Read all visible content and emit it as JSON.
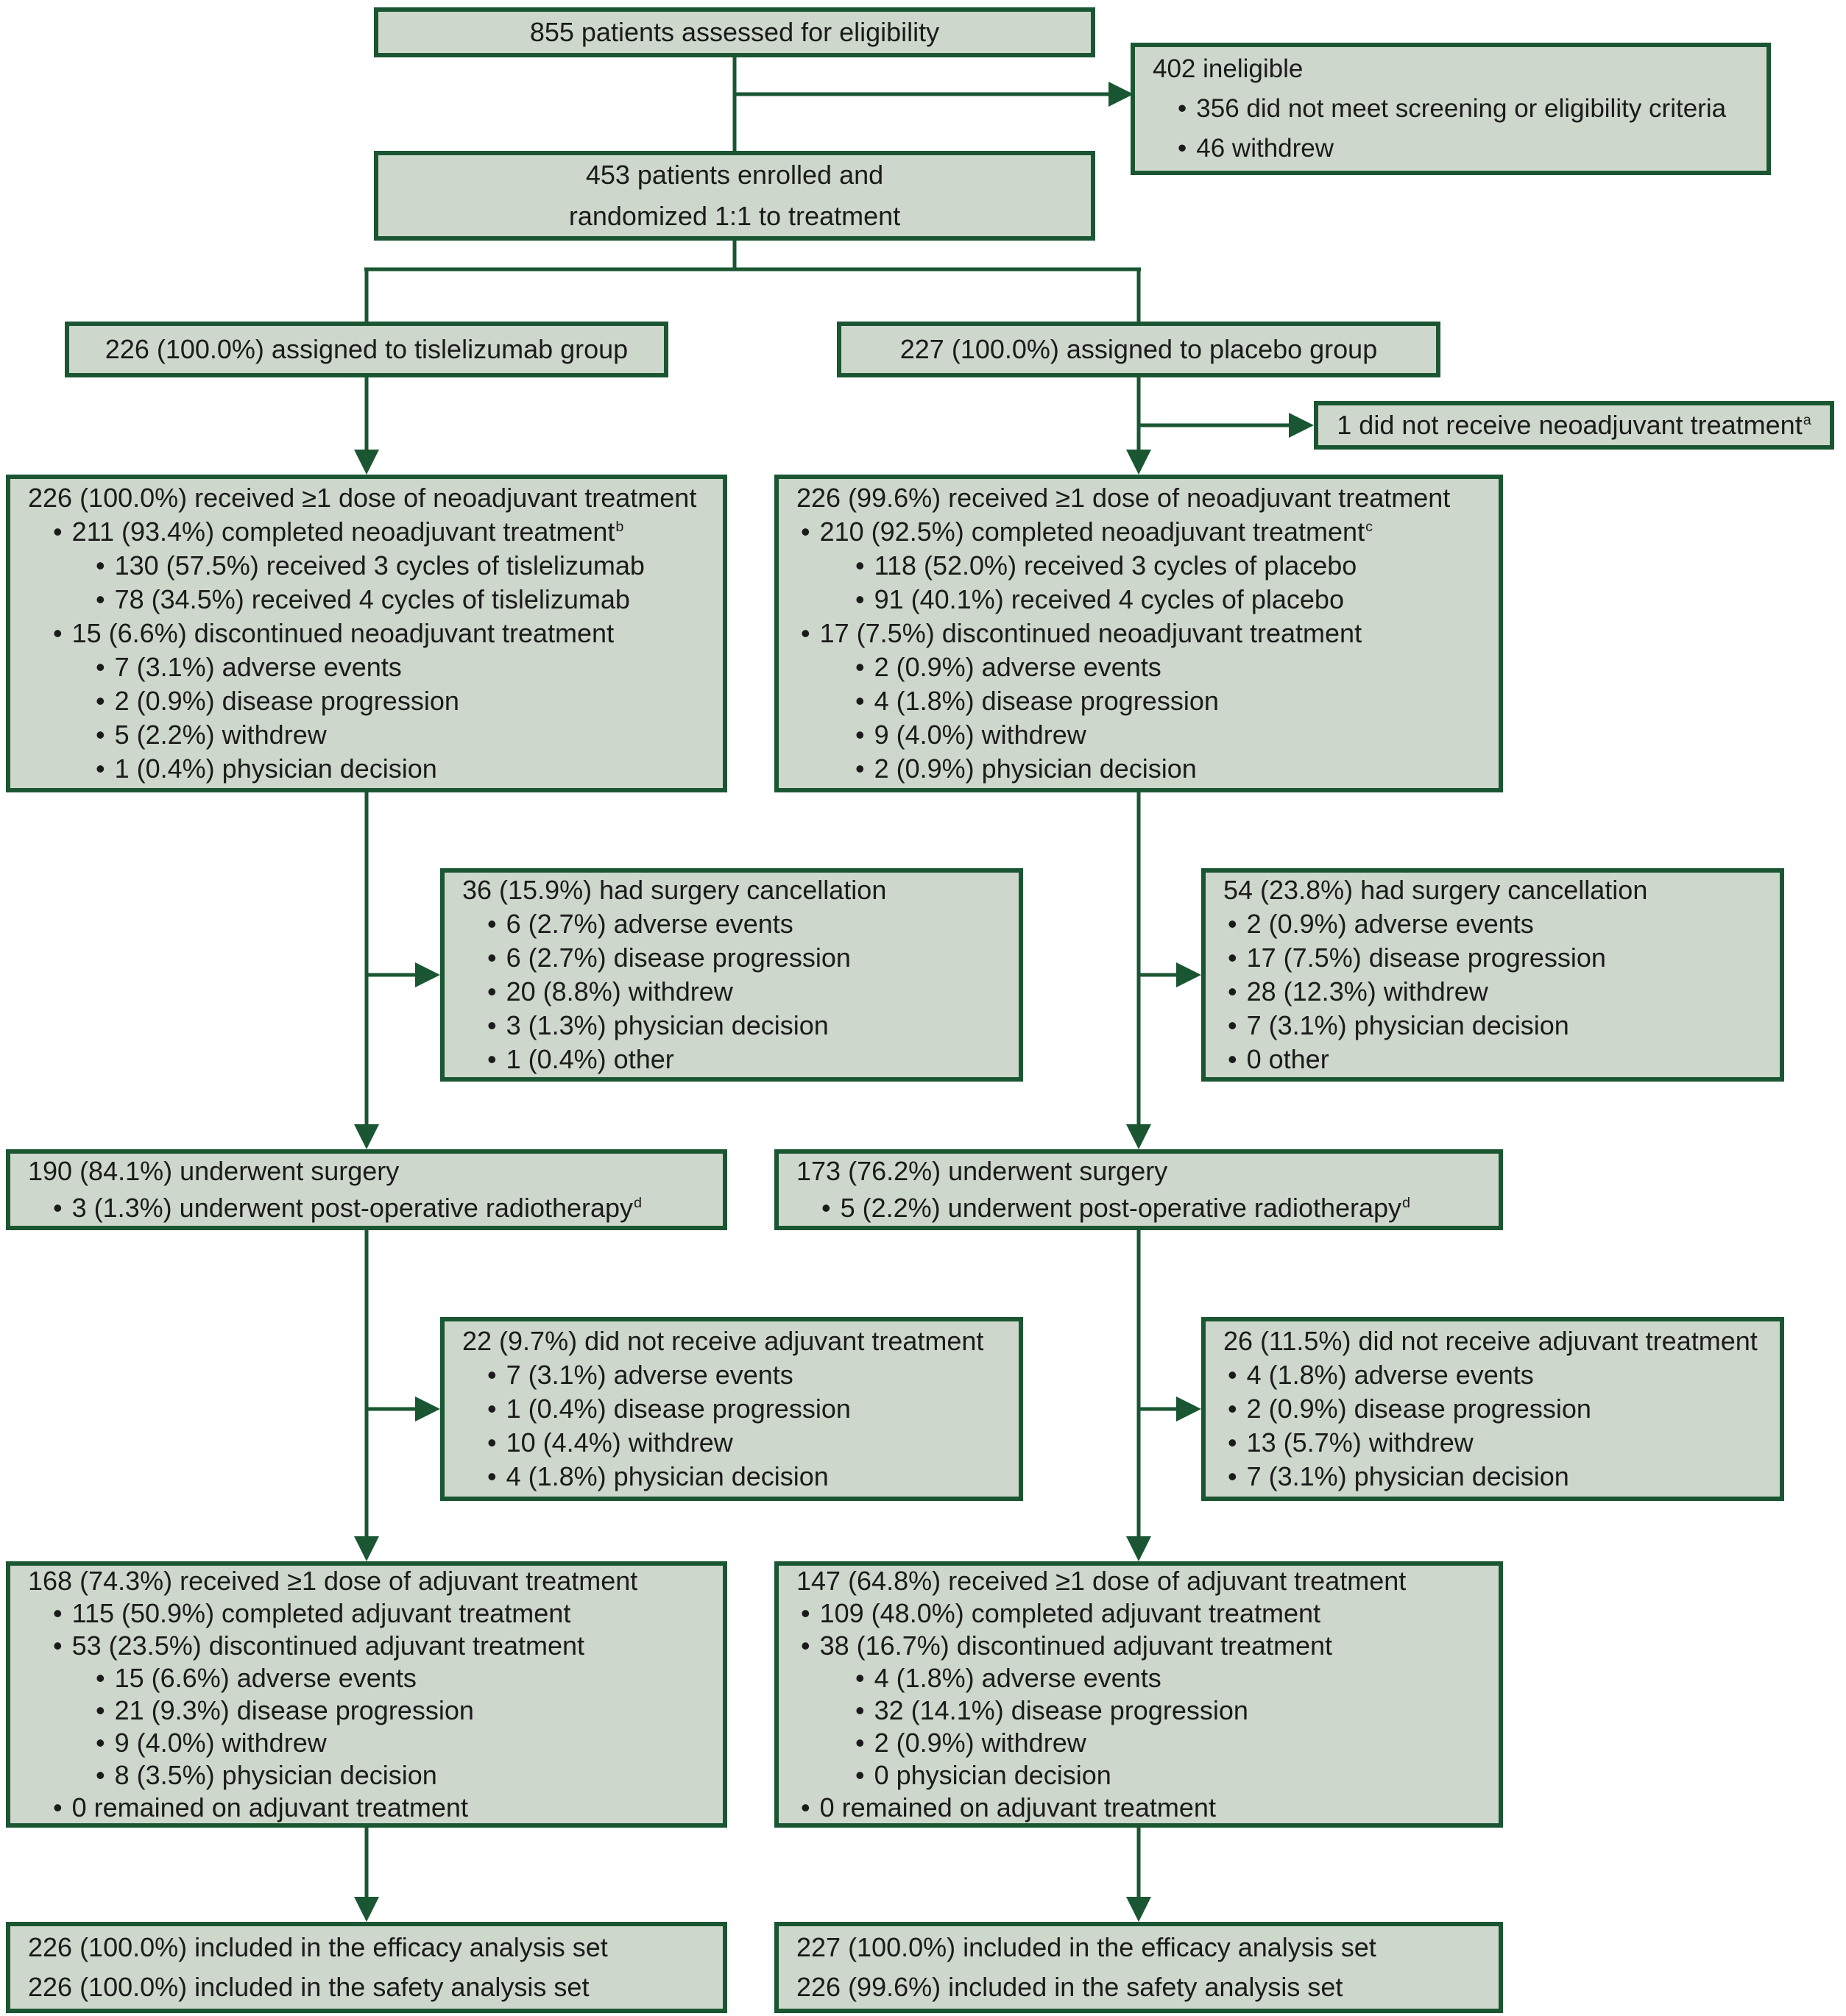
{
  "colors": {
    "box_fill": "#cdd7cb",
    "box_border": "#1a5632",
    "arrow": "#1a5632",
    "text": "#1b1b1b"
  },
  "flow": {
    "assessed": {
      "align": "center",
      "lines": [
        {
          "text": "855 patients assessed for eligibility",
          "indent": 0
        }
      ]
    },
    "ineligible": {
      "align": "left",
      "lines": [
        {
          "text": "402 ineligible",
          "indent": 0
        },
        {
          "text": "356 did not meet screening or eligibility criteria",
          "indent": 1,
          "bullet": true
        },
        {
          "text": "46 withdrew",
          "indent": 1,
          "bullet": true
        }
      ]
    },
    "enrolled": {
      "align": "center",
      "lines": [
        {
          "text": "453 patients enrolled and",
          "indent": 0
        },
        {
          "text": "randomized 1:1 to treatment",
          "indent": 0
        }
      ]
    },
    "assigned_tislelizumab": {
      "align": "center",
      "lines": [
        {
          "text": "226 (100.0%) assigned to tislelizumab group",
          "indent": 0
        }
      ]
    },
    "assigned_placebo": {
      "align": "center",
      "lines": [
        {
          "text": "227 (100.0%) assigned to placebo group",
          "indent": 0
        }
      ]
    },
    "not_received_neoadjuvant": {
      "align": "center",
      "lines": [
        {
          "text": "1 did not receive neoadjuvant treatment",
          "sup": "a",
          "indent": 0
        }
      ]
    },
    "neoadjuvant_tislelizumab": {
      "align": "left",
      "lines": [
        {
          "text": "226 (100.0%) received ≥1 dose of neoadjuvant treatment",
          "indent": 0
        },
        {
          "text": "211 (93.4%) completed neoadjuvant treatment",
          "sup": "b",
          "indent": 1,
          "bullet": true
        },
        {
          "text": "130 (57.5%) received 3 cycles of tislelizumab",
          "indent": 2,
          "bullet": true
        },
        {
          "text": "78 (34.5%) received 4 cycles of tislelizumab",
          "indent": 2,
          "bullet": true
        },
        {
          "text": "15 (6.6%) discontinued neoadjuvant treatment",
          "indent": 1,
          "bullet": true
        },
        {
          "text": "7 (3.1%) adverse events",
          "indent": 2,
          "bullet": true
        },
        {
          "text": "2 (0.9%) disease progression",
          "indent": 2,
          "bullet": true
        },
        {
          "text": "5 (2.2%) withdrew",
          "indent": 2,
          "bullet": true
        },
        {
          "text": "1 (0.4%) physician decision",
          "indent": 2,
          "bullet": true
        }
      ]
    },
    "neoadjuvant_placebo": {
      "align": "left",
      "lines": [
        {
          "text": "226 (99.6%) received ≥1 dose of neoadjuvant treatment",
          "indent": 0
        },
        {
          "text": "210 (92.5%) completed neoadjuvant treatment",
          "sup": "c",
          "indent": 1,
          "bullet": true
        },
        {
          "text": "118 (52.0%) received 3 cycles of placebo",
          "indent": 2,
          "bullet": true
        },
        {
          "text": "91 (40.1%) received 4 cycles of placebo",
          "indent": 2,
          "bullet": true
        },
        {
          "text": "17 (7.5%) discontinued neoadjuvant treatment",
          "indent": 1,
          "bullet": true
        },
        {
          "text": "2 (0.9%) adverse events",
          "indent": 2,
          "bullet": true
        },
        {
          "text": "4 (1.8%) disease progression",
          "indent": 2,
          "bullet": true
        },
        {
          "text": "9 (4.0%) withdrew",
          "indent": 2,
          "bullet": true
        },
        {
          "text": "2 (0.9%) physician decision",
          "indent": 2,
          "bullet": true
        }
      ]
    },
    "cancellation_tislelizumab": {
      "align": "left",
      "lines": [
        {
          "text": "36 (15.9%) had surgery cancellation",
          "indent": 0
        },
        {
          "text": "6 (2.7%) adverse events",
          "indent": 1,
          "bullet": true
        },
        {
          "text": "6 (2.7%) disease progression",
          "indent": 1,
          "bullet": true
        },
        {
          "text": "20 (8.8%) withdrew",
          "indent": 1,
          "bullet": true
        },
        {
          "text": "3 (1.3%) physician decision",
          "indent": 1,
          "bullet": true
        },
        {
          "text": "1 (0.4%) other",
          "indent": 1,
          "bullet": true
        }
      ]
    },
    "cancellation_placebo": {
      "align": "left",
      "lines": [
        {
          "text": "54 (23.8%) had surgery cancellation",
          "indent": 0
        },
        {
          "text": "2 (0.9%) adverse events",
          "indent": 1,
          "bullet": true
        },
        {
          "text": "17 (7.5%) disease progression",
          "indent": 1,
          "bullet": true
        },
        {
          "text": "28 (12.3%) withdrew",
          "indent": 1,
          "bullet": true
        },
        {
          "text": "7 (3.1%) physician decision",
          "indent": 1,
          "bullet": true
        },
        {
          "text": "0 other",
          "indent": 1,
          "bullet": true
        }
      ]
    },
    "surgery_tislelizumab": {
      "align": "left",
      "lines": [
        {
          "text": "190 (84.1%) underwent surgery",
          "indent": 0
        },
        {
          "text": "3 (1.3%) underwent post-operative radiotherapy",
          "sup": "d",
          "indent": 1,
          "bullet": true
        }
      ]
    },
    "surgery_placebo": {
      "align": "left",
      "lines": [
        {
          "text": "173 (76.2%) underwent surgery",
          "indent": 0
        },
        {
          "text": "5 (2.2%) underwent post-operative radiotherapy",
          "sup": "d",
          "indent": 1,
          "bullet": true
        }
      ]
    },
    "no_adjuvant_tislelizumab": {
      "align": "left",
      "lines": [
        {
          "text": "22 (9.7%) did not receive adjuvant treatment",
          "indent": 0
        },
        {
          "text": "7 (3.1%) adverse events",
          "indent": 1,
          "bullet": true
        },
        {
          "text": "1 (0.4%) disease progression",
          "indent": 1,
          "bullet": true
        },
        {
          "text": "10 (4.4%) withdrew",
          "indent": 1,
          "bullet": true
        },
        {
          "text": "4 (1.8%) physician decision",
          "indent": 1,
          "bullet": true
        }
      ]
    },
    "no_adjuvant_placebo": {
      "align": "left",
      "lines": [
        {
          "text": "26 (11.5%) did not receive adjuvant treatment",
          "indent": 0
        },
        {
          "text": "4 (1.8%) adverse events",
          "indent": 1,
          "bullet": true
        },
        {
          "text": "2 (0.9%) disease progression",
          "indent": 1,
          "bullet": true
        },
        {
          "text": "13 (5.7%) withdrew",
          "indent": 1,
          "bullet": true
        },
        {
          "text": "7 (3.1%) physician decision",
          "indent": 1,
          "bullet": true
        }
      ]
    },
    "adjuvant_tislelizumab": {
      "align": "left",
      "lines": [
        {
          "text": "168 (74.3%) received ≥1 dose of adjuvant treatment",
          "indent": 0
        },
        {
          "text": "115 (50.9%) completed adjuvant treatment",
          "indent": 1,
          "bullet": true
        },
        {
          "text": "53 (23.5%) discontinued adjuvant treatment",
          "indent": 1,
          "bullet": true
        },
        {
          "text": "15 (6.6%) adverse events",
          "indent": 2,
          "bullet": true
        },
        {
          "text": "21 (9.3%) disease progression",
          "indent": 2,
          "bullet": true
        },
        {
          "text": "9 (4.0%) withdrew",
          "indent": 2,
          "bullet": true
        },
        {
          "text": "8 (3.5%) physician decision",
          "indent": 2,
          "bullet": true
        },
        {
          "text": "0 remained on adjuvant treatment",
          "indent": 1,
          "bullet": true
        }
      ]
    },
    "adjuvant_placebo": {
      "align": "left",
      "lines": [
        {
          "text": "147 (64.8%) received ≥1 dose of adjuvant treatment",
          "indent": 0
        },
        {
          "text": "109 (48.0%) completed adjuvant treatment",
          "indent": 1,
          "bullet": true
        },
        {
          "text": "38 (16.7%) discontinued adjuvant treatment",
          "indent": 1,
          "bullet": true
        },
        {
          "text": "4 (1.8%) adverse events",
          "indent": 2,
          "bullet": true
        },
        {
          "text": "32 (14.1%) disease progression",
          "indent": 2,
          "bullet": true
        },
        {
          "text": "2 (0.9%) withdrew",
          "indent": 2,
          "bullet": true
        },
        {
          "text": "0 physician decision",
          "indent": 2,
          "bullet": true
        },
        {
          "text": "0 remained on adjuvant treatment",
          "indent": 1,
          "bullet": true
        }
      ]
    },
    "analysis_tislelizumab": {
      "align": "left",
      "lines": [
        {
          "text": "226 (100.0%) included in the efficacy analysis set",
          "indent": 0
        },
        {
          "text": "226 (100.0%) included in the safety analysis set",
          "indent": 0
        }
      ]
    },
    "analysis_placebo": {
      "align": "left",
      "lines": [
        {
          "text": "227 (100.0%) included in the efficacy analysis set",
          "indent": 0
        },
        {
          "text": "226 (99.6%) included in the safety analysis set",
          "indent": 0
        }
      ]
    }
  }
}
